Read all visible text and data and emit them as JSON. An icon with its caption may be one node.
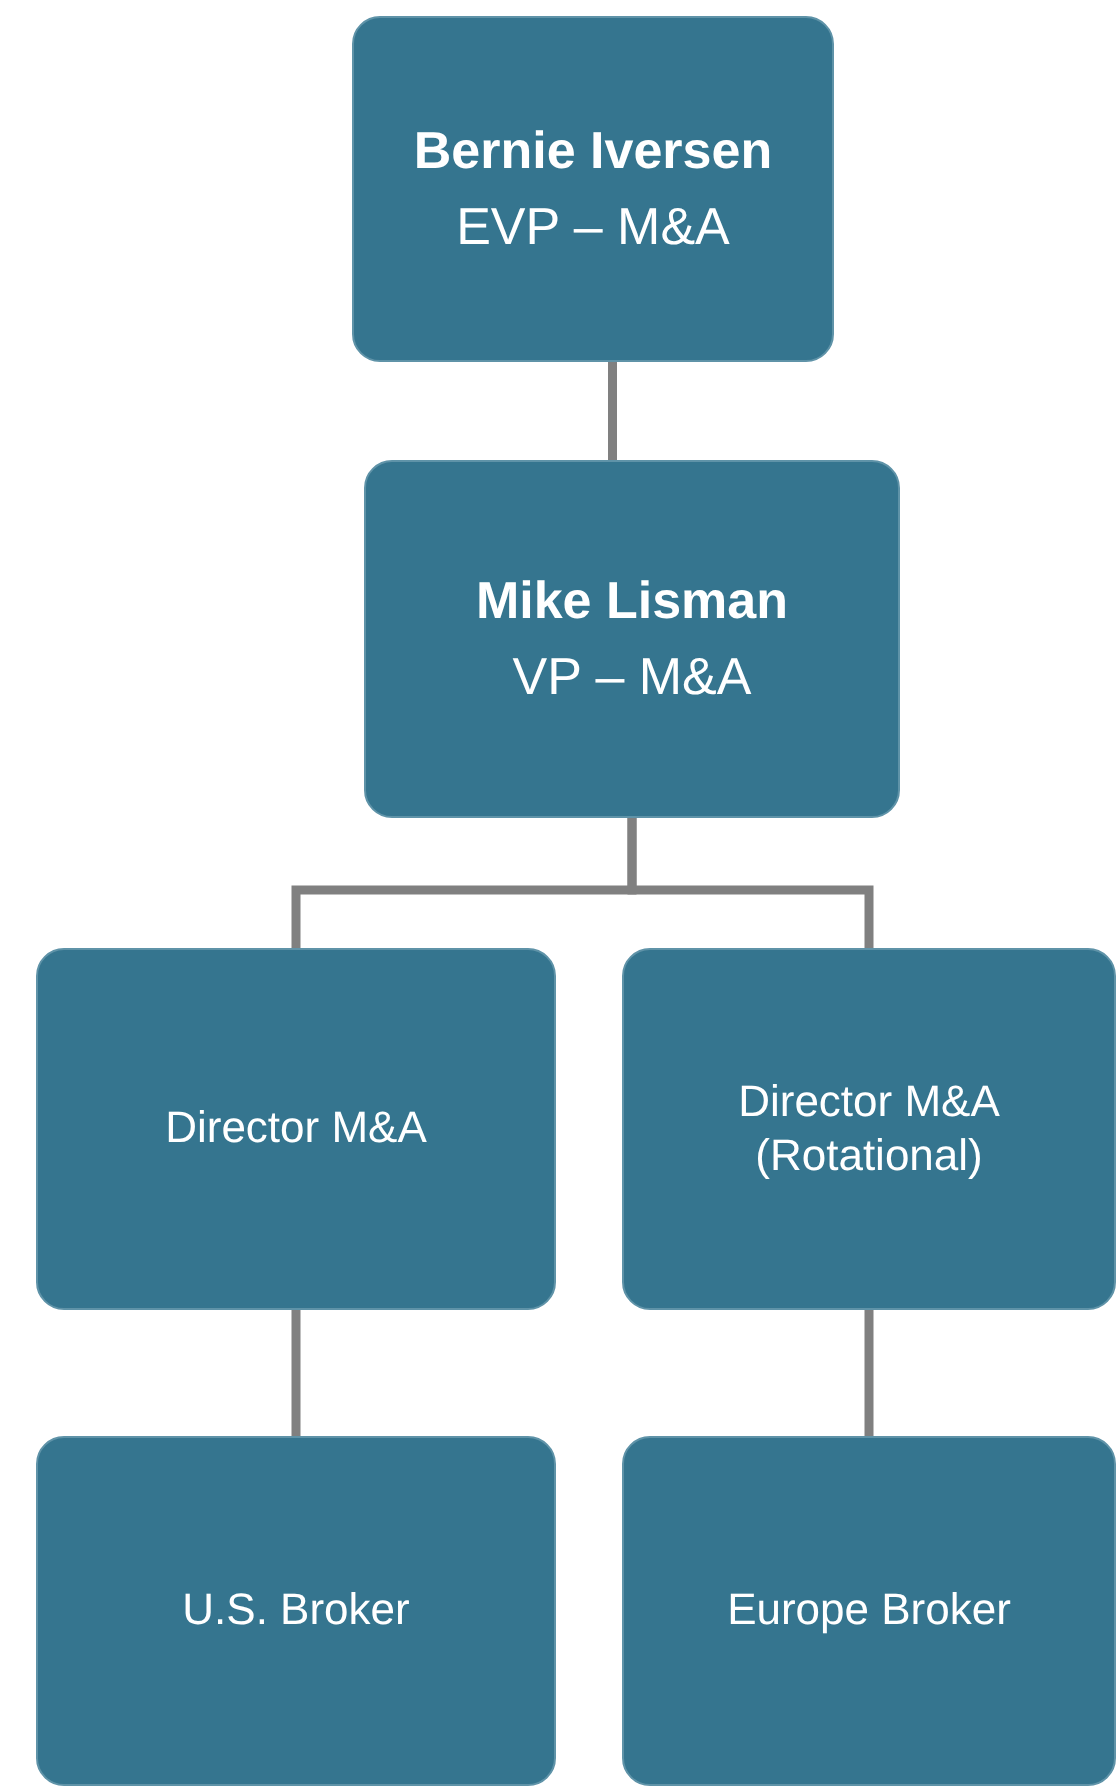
{
  "diagram": {
    "nodes": [
      {
        "text": [
          "Bernie Iversen",
          "EVP – M&A"
        ]
      },
      {
        "text": [
          "Mike Lisman",
          "VP – M&A"
        ]
      },
      {
        "text": [
          "Director M&A"
        ]
      },
      {
        "text": [
          "Director M&A (Rotational)"
        ]
      },
      {
        "text": [
          "U.S. Broker"
        ]
      },
      {
        "text": [
          "Europe Broker"
        ]
      }
    ],
    "edges": [
      {
        "from": 0,
        "to": 1,
        "arrow": "none"
      },
      {
        "from": 1,
        "to": 2,
        "arrow": "none"
      },
      {
        "from": 1,
        "to": 3,
        "arrow": "none"
      },
      {
        "from": 2,
        "to": 4,
        "arrow": "none"
      },
      {
        "from": 3,
        "to": 5,
        "arrow": "none"
      }
    ]
  }
}
